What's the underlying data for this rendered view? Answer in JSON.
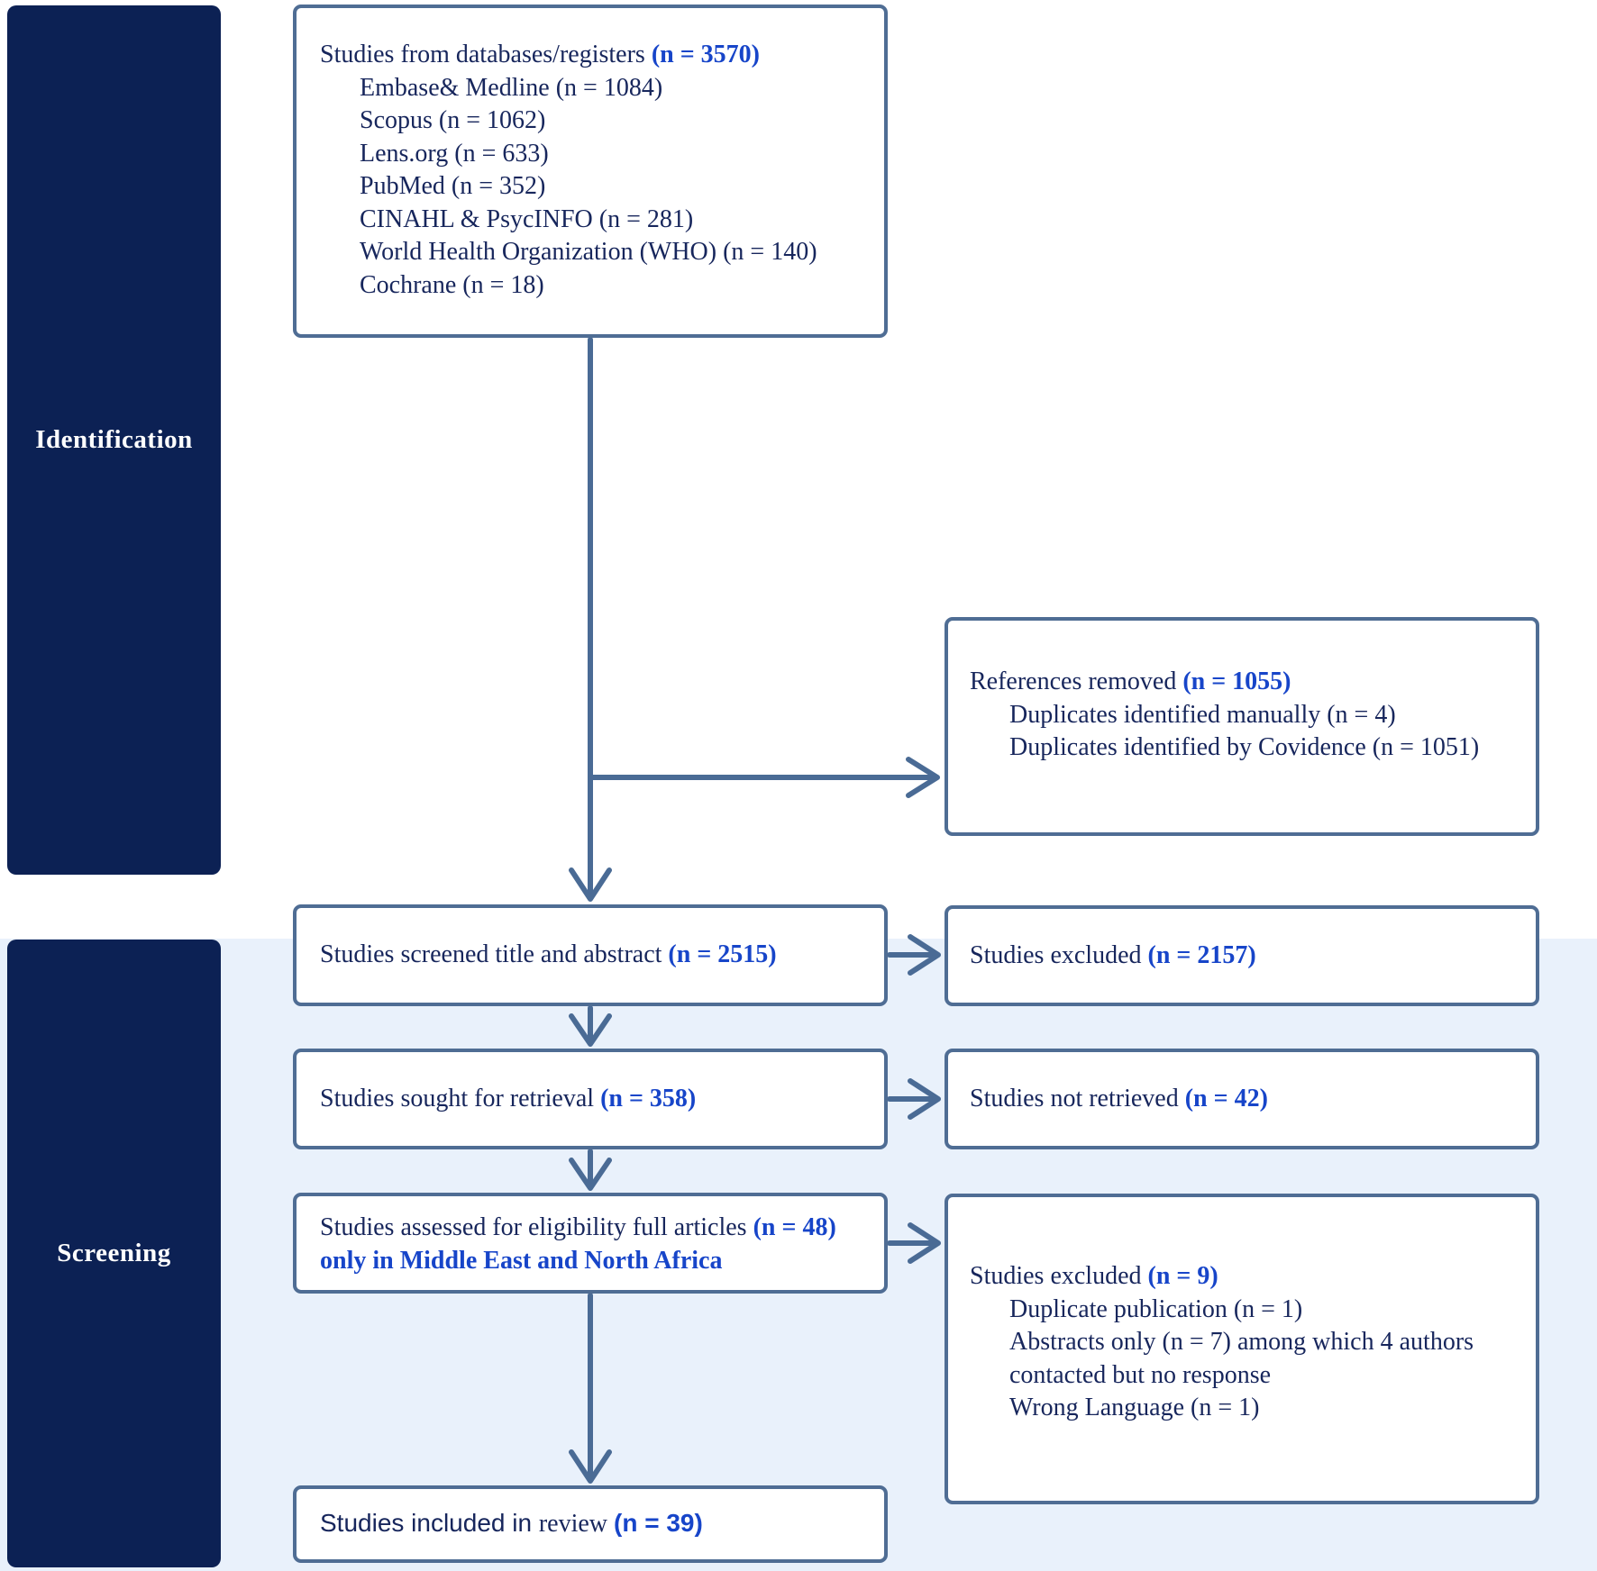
{
  "diagram": {
    "type": "prisma-flow",
    "colors": {
      "stage_bg": "#0c2154",
      "stage_text": "#ffffff",
      "band_bg": "#e9f1fb",
      "box_border": "#4f6d94",
      "arrow": "#4a6b95",
      "text_navy": "#17265c",
      "text_blue": "#1745c9"
    },
    "stages": {
      "identification": "Identification",
      "screening": "Screening"
    },
    "boxes": {
      "sources": {
        "title": "Studies from databases/registers ",
        "title_n": "(n = 3570)",
        "items": [
          "Embase& Medline (n = 1084)",
          "Scopus (n = 1062)",
          "Lens.org (n = 633)",
          "PubMed (n = 352)",
          "CINAHL & PsycINFO (n = 281)",
          "World Health Organization (WHO) (n = 140)",
          "Cochrane (n = 18)"
        ]
      },
      "references_removed": {
        "title": "References removed ",
        "title_n": "(n = 1055)",
        "items": [
          "Duplicates identified manually (n = 4)",
          "Duplicates identified by Covidence (n = 1051)"
        ]
      },
      "screened": {
        "text": "Studies screened title and abstract ",
        "n": "(n = 2515)"
      },
      "excluded_title_abstract": {
        "text": "Studies excluded ",
        "n": "(n = 2157)"
      },
      "sought": {
        "text": "Studies sought for retrieval ",
        "n": "(n = 358)"
      },
      "not_retrieved": {
        "text": "Studies not retrieved ",
        "n": "(n = 42)"
      },
      "assessed": {
        "text": "Studies assessed for eligibility full articles ",
        "n": "(n = 48) only in Middle East and North Africa"
      },
      "excluded_full_text": {
        "title": "Studies excluded ",
        "title_n": "(n = 9)",
        "items": [
          "Duplicate publication (n = 1)",
          "Abstracts only (n = 7) among which 4 authors contacted but no response",
          "Wrong Language (n = 1)"
        ]
      },
      "included": {
        "text_sans": "Studies included in ",
        "text_serif": "review ",
        "n": "(n = 39)"
      }
    }
  }
}
